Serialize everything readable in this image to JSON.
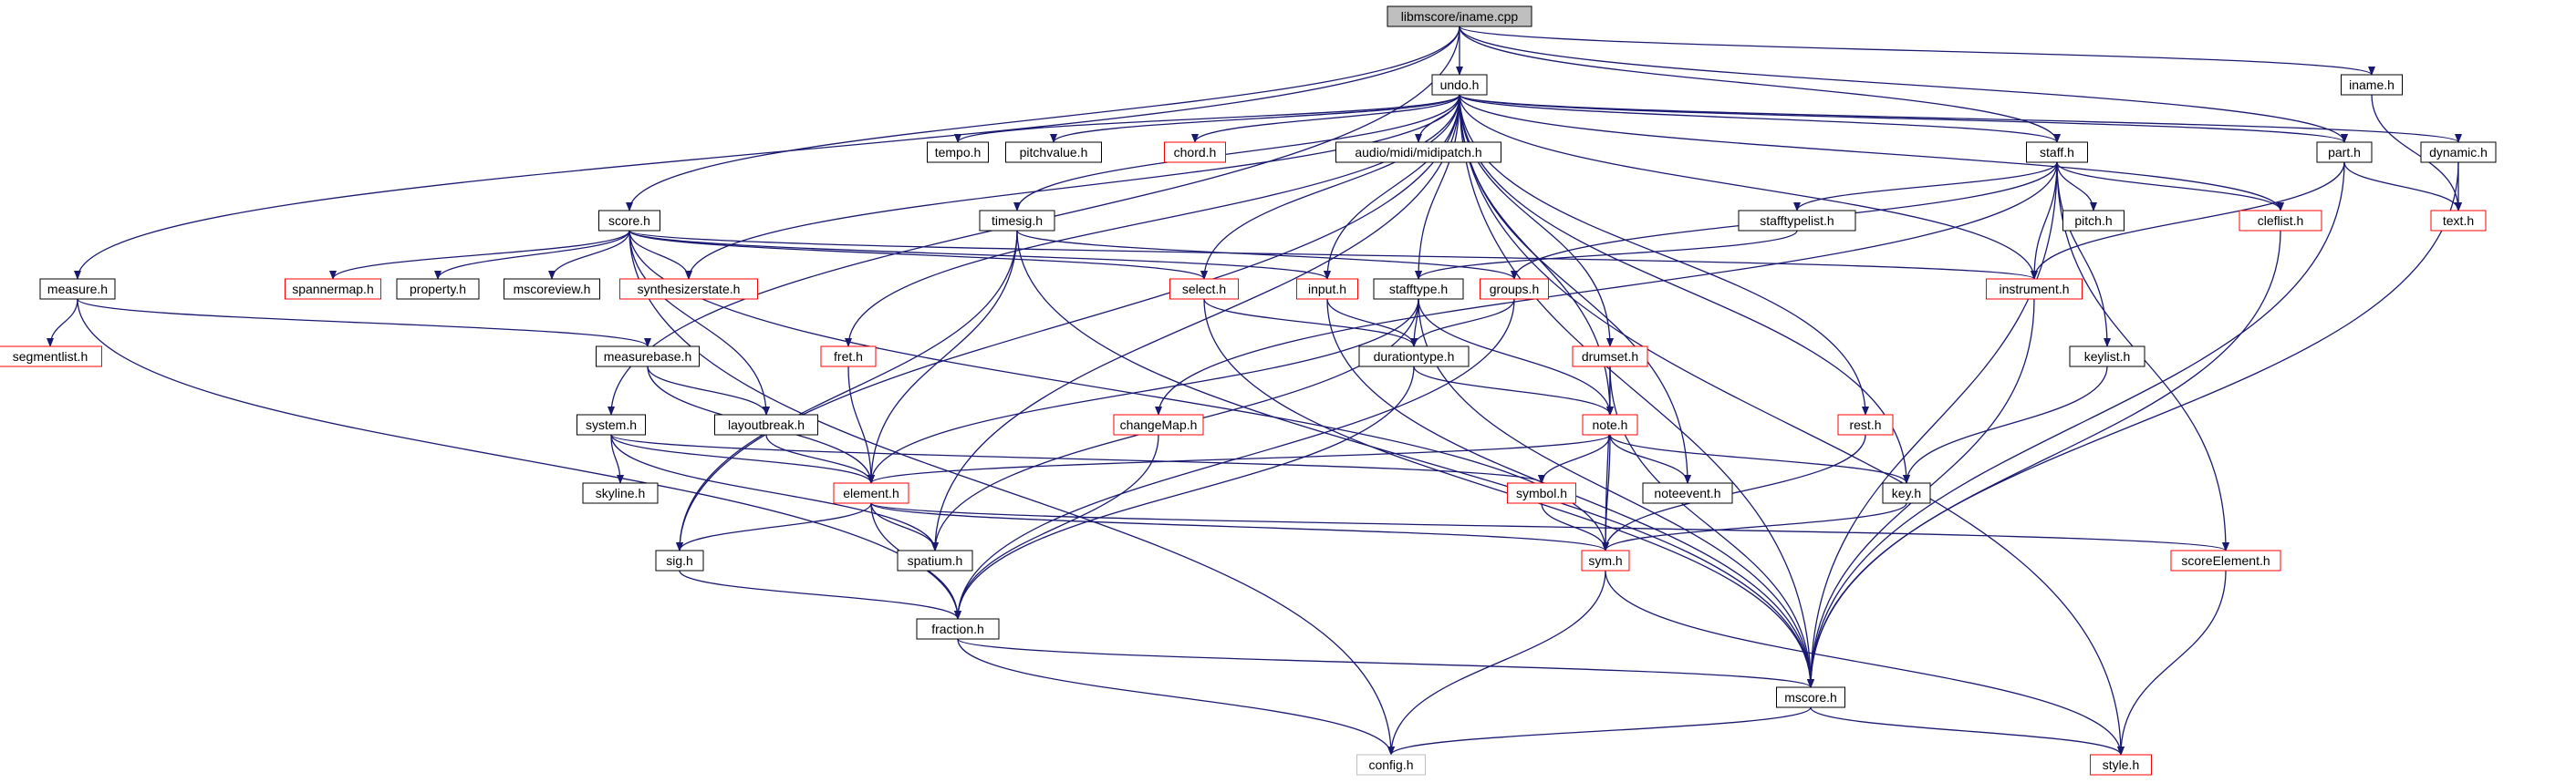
{
  "graph": {
    "edge_color": "#191970",
    "nodes": [
      {
        "id": "iname_cpp",
        "label": "libmscore/iname.cpp",
        "style": "root"
      },
      {
        "id": "undo",
        "label": "undo.h",
        "style": "normal"
      },
      {
        "id": "iname_h",
        "label": "iname.h",
        "style": "normal"
      },
      {
        "id": "tempo",
        "label": "tempo.h",
        "style": "normal"
      },
      {
        "id": "pitchvalue",
        "label": "pitchvalue.h",
        "style": "normal"
      },
      {
        "id": "chord",
        "label": "chord.h",
        "style": "missing"
      },
      {
        "id": "midipatch",
        "label": "audio/midi/midipatch.h",
        "style": "normal"
      },
      {
        "id": "staff",
        "label": "staff.h",
        "style": "normal"
      },
      {
        "id": "part",
        "label": "part.h",
        "style": "normal"
      },
      {
        "id": "dynamic",
        "label": "dynamic.h",
        "style": "normal"
      },
      {
        "id": "score",
        "label": "score.h",
        "style": "normal"
      },
      {
        "id": "timesig",
        "label": "timesig.h",
        "style": "normal"
      },
      {
        "id": "pitch",
        "label": "pitch.h",
        "style": "normal"
      },
      {
        "id": "cleflist",
        "label": "cleflist.h",
        "style": "missing"
      },
      {
        "id": "text",
        "label": "text.h",
        "style": "missing"
      },
      {
        "id": "stafftypelist",
        "label": "stafftypelist.h",
        "style": "normal"
      },
      {
        "id": "measure",
        "label": "measure.h",
        "style": "normal"
      },
      {
        "id": "spannermap",
        "label": "spannermap.h",
        "style": "missing"
      },
      {
        "id": "property",
        "label": "property.h",
        "style": "normal"
      },
      {
        "id": "mscoreview",
        "label": "mscoreview.h",
        "style": "normal"
      },
      {
        "id": "synthesizerstate",
        "label": "synthesizerstate.h",
        "style": "missing"
      },
      {
        "id": "select",
        "label": "select.h",
        "style": "missing"
      },
      {
        "id": "input",
        "label": "input.h",
        "style": "missing"
      },
      {
        "id": "stafftype",
        "label": "stafftype.h",
        "style": "normal"
      },
      {
        "id": "groups",
        "label": "groups.h",
        "style": "missing"
      },
      {
        "id": "instrument",
        "label": "instrument.h",
        "style": "missing"
      },
      {
        "id": "segmentlist",
        "label": "segmentlist.h",
        "style": "missing"
      },
      {
        "id": "fret",
        "label": "fret.h",
        "style": "missing"
      },
      {
        "id": "measurebase",
        "label": "measurebase.h",
        "style": "normal"
      },
      {
        "id": "durationtype",
        "label": "durationtype.h",
        "style": "normal"
      },
      {
        "id": "drumset",
        "label": "drumset.h",
        "style": "missing"
      },
      {
        "id": "keylist",
        "label": "keylist.h",
        "style": "normal"
      },
      {
        "id": "layoutbreak",
        "label": "layoutbreak.h",
        "style": "normal"
      },
      {
        "id": "changemap",
        "label": "changeMap.h",
        "style": "missing"
      },
      {
        "id": "note",
        "label": "note.h",
        "style": "missing"
      },
      {
        "id": "rest",
        "label": "rest.h",
        "style": "missing"
      },
      {
        "id": "system",
        "label": "system.h",
        "style": "normal"
      },
      {
        "id": "skyline",
        "label": "skyline.h",
        "style": "normal"
      },
      {
        "id": "element",
        "label": "element.h",
        "style": "missing"
      },
      {
        "id": "symbol",
        "label": "symbol.h",
        "style": "missing"
      },
      {
        "id": "noteevent",
        "label": "noteevent.h",
        "style": "normal"
      },
      {
        "id": "key",
        "label": "key.h",
        "style": "normal"
      },
      {
        "id": "spatium",
        "label": "spatium.h",
        "style": "normal"
      },
      {
        "id": "sig",
        "label": "sig.h",
        "style": "normal"
      },
      {
        "id": "sym",
        "label": "sym.h",
        "style": "missing"
      },
      {
        "id": "scoreelement",
        "label": "scoreElement.h",
        "style": "missing"
      },
      {
        "id": "fraction",
        "label": "fraction.h",
        "style": "normal"
      },
      {
        "id": "mscore",
        "label": "mscore.h",
        "style": "normal"
      },
      {
        "id": "config",
        "label": "config.h",
        "style": "external"
      },
      {
        "id": "style",
        "label": "style.h",
        "style": "missing"
      }
    ],
    "edges": [
      [
        "iname_cpp",
        "undo"
      ],
      [
        "iname_cpp",
        "iname_h"
      ],
      [
        "iname_cpp",
        "staff"
      ],
      [
        "iname_cpp",
        "part"
      ],
      [
        "iname_cpp",
        "score"
      ],
      [
        "iname_cpp",
        "measure"
      ],
      [
        "iname_cpp",
        "system"
      ],
      [
        "undo",
        "tempo"
      ],
      [
        "undo",
        "pitchvalue"
      ],
      [
        "undo",
        "chord"
      ],
      [
        "undo",
        "midipatch"
      ],
      [
        "undo",
        "staff"
      ],
      [
        "undo",
        "part"
      ],
      [
        "undo",
        "dynamic"
      ],
      [
        "undo",
        "timesig"
      ],
      [
        "undo",
        "cleflist"
      ],
      [
        "undo",
        "synthesizerstate"
      ],
      [
        "undo",
        "select"
      ],
      [
        "undo",
        "input"
      ],
      [
        "undo",
        "stafftype"
      ],
      [
        "undo",
        "instrument"
      ],
      [
        "undo",
        "fret"
      ],
      [
        "undo",
        "drumset"
      ],
      [
        "undo",
        "note"
      ],
      [
        "undo",
        "rest"
      ],
      [
        "undo",
        "key"
      ],
      [
        "undo",
        "noteevent"
      ],
      [
        "undo",
        "spatium"
      ],
      [
        "undo",
        "sig"
      ],
      [
        "undo",
        "mscore"
      ],
      [
        "undo",
        "style"
      ],
      [
        "iname_h",
        "text"
      ],
      [
        "staff",
        "stafftypelist"
      ],
      [
        "staff",
        "pitch"
      ],
      [
        "staff",
        "cleflist"
      ],
      [
        "staff",
        "groups"
      ],
      [
        "staff",
        "instrument"
      ],
      [
        "staff",
        "keylist"
      ],
      [
        "staff",
        "changemap"
      ],
      [
        "staff",
        "scoreelement"
      ],
      [
        "staff",
        "mscore"
      ],
      [
        "part",
        "text"
      ],
      [
        "part",
        "instrument"
      ],
      [
        "part",
        "mscore"
      ],
      [
        "dynamic",
        "text"
      ],
      [
        "dynamic",
        "mscore"
      ],
      [
        "score",
        "spannermap"
      ],
      [
        "score",
        "property"
      ],
      [
        "score",
        "mscoreview"
      ],
      [
        "score",
        "synthesizerstate"
      ],
      [
        "score",
        "select"
      ],
      [
        "score",
        "input"
      ],
      [
        "score",
        "instrument"
      ],
      [
        "score",
        "layoutbreak"
      ],
      [
        "score",
        "sym"
      ],
      [
        "score",
        "config"
      ],
      [
        "timesig",
        "groups"
      ],
      [
        "timesig",
        "element"
      ],
      [
        "timesig",
        "sig"
      ],
      [
        "timesig",
        "mscore"
      ],
      [
        "cleflist",
        "mscore"
      ],
      [
        "stafftypelist",
        "stafftype"
      ],
      [
        "measure",
        "segmentlist"
      ],
      [
        "measure",
        "measurebase"
      ],
      [
        "measure",
        "fraction"
      ],
      [
        "select",
        "durationtype"
      ],
      [
        "select",
        "mscore"
      ],
      [
        "input",
        "durationtype"
      ],
      [
        "input",
        "mscore"
      ],
      [
        "stafftype",
        "durationtype"
      ],
      [
        "stafftype",
        "element"
      ],
      [
        "stafftype",
        "spatium"
      ],
      [
        "stafftype",
        "note"
      ],
      [
        "stafftype",
        "mscore"
      ],
      [
        "groups",
        "durationtype"
      ],
      [
        "groups",
        "fraction"
      ],
      [
        "instrument",
        "mscore"
      ],
      [
        "fret",
        "element"
      ],
      [
        "measurebase",
        "layoutbreak"
      ],
      [
        "measurebase",
        "element"
      ],
      [
        "durationtype",
        "note"
      ],
      [
        "durationtype",
        "fraction"
      ],
      [
        "drumset",
        "note"
      ],
      [
        "drumset",
        "sym"
      ],
      [
        "drumset",
        "mscore"
      ],
      [
        "keylist",
        "key"
      ],
      [
        "layoutbreak",
        "element"
      ],
      [
        "changemap",
        "fraction"
      ],
      [
        "note",
        "element"
      ],
      [
        "note",
        "symbol"
      ],
      [
        "note",
        "noteevent"
      ],
      [
        "note",
        "key"
      ],
      [
        "note",
        "sym"
      ],
      [
        "rest",
        "sym"
      ],
      [
        "system",
        "skyline"
      ],
      [
        "system",
        "element"
      ],
      [
        "system",
        "spatium"
      ],
      [
        "system",
        "symbol"
      ],
      [
        "element",
        "sig"
      ],
      [
        "element",
        "spatium"
      ],
      [
        "element",
        "fraction"
      ],
      [
        "element",
        "sym"
      ],
      [
        "element",
        "scoreelement"
      ],
      [
        "symbol",
        "sym"
      ],
      [
        "key",
        "sym"
      ],
      [
        "sig",
        "fraction"
      ],
      [
        "sym",
        "config"
      ],
      [
        "sym",
        "style"
      ],
      [
        "scoreelement",
        "style"
      ],
      [
        "fraction",
        "mscore"
      ],
      [
        "fraction",
        "config"
      ],
      [
        "mscore",
        "config"
      ],
      [
        "mscore",
        "style"
      ]
    ]
  }
}
